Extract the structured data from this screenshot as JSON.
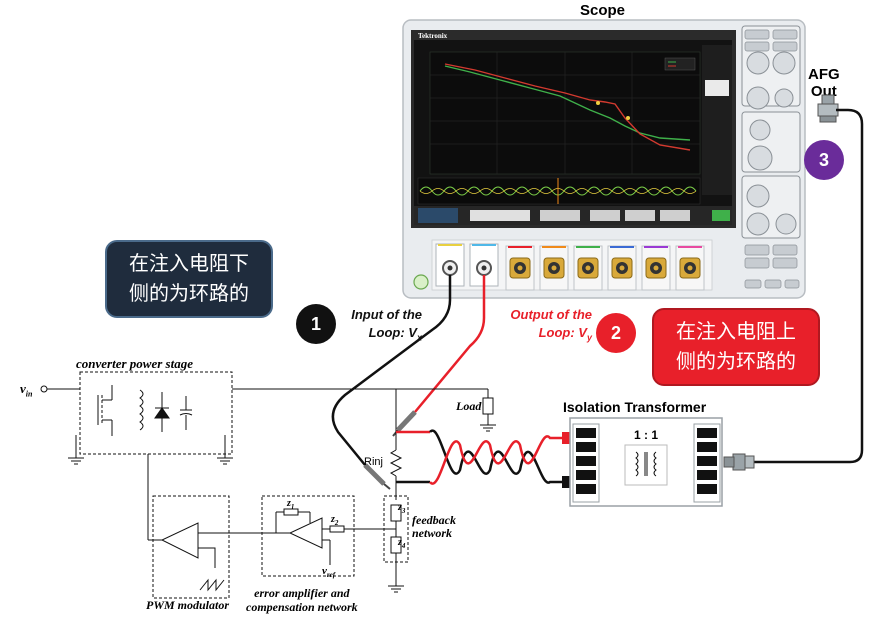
{
  "scope": {
    "title": "Scope",
    "brand": "Tektronix"
  },
  "afg": {
    "line1": "AFG",
    "line2": "Out"
  },
  "steps": [
    {
      "num": "1",
      "color": "#111111"
    },
    {
      "num": "2",
      "color": "#e8202a"
    },
    {
      "num": "3",
      "color": "#6a2c9a"
    }
  ],
  "input_label": {
    "line1": "Input of the",
    "line2": "Loop: V",
    "sub": "x"
  },
  "output_label": {
    "line1": "Output of the",
    "line2": "Loop: V",
    "sub": "y"
  },
  "callout_left": {
    "line1": "在注入电阻下",
    "line2": "侧的为环路的"
  },
  "callout_right": {
    "line1": "在注入电阻上",
    "line2": "侧的为环路的"
  },
  "transformer": {
    "title": "Isolation Transformer",
    "ratio": "1 : 1"
  },
  "circuit": {
    "vin": "v",
    "vin_sub": "in",
    "power_stage": "converter power stage",
    "load": "Load",
    "rinj": "Rinj",
    "z3": "z",
    "z3_sub": "3",
    "z4": "z",
    "z4_sub": "4",
    "feedback": "feedback",
    "network": "network",
    "z1": "z",
    "z1_sub": "1",
    "z2": "z",
    "z2_sub": "2",
    "vref": "v",
    "vref_sub": "ref",
    "pwm": "PWM modulator",
    "ea1": "error amplifier and",
    "ea2": "compensation network"
  },
  "colors": {
    "red_cable": "#e8202a",
    "black_cable": "#111111",
    "scope_body": "#e9ecef",
    "screen": "#1a1a1a",
    "bnc_gold": "#d9a93a"
  }
}
